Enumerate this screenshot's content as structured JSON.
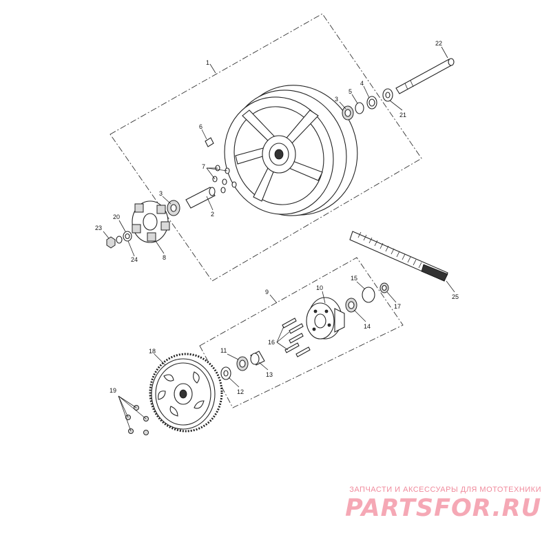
{
  "callouts": {
    "c1": "1",
    "c2": "2",
    "c3a": "3",
    "c3b": "3",
    "c4": "4",
    "c5": "5",
    "c6": "6",
    "c7": "7",
    "c8": "8",
    "c9": "9",
    "c10": "10",
    "c11": "11",
    "c12": "12",
    "c13": "13",
    "c14": "14",
    "c15": "15",
    "c16": "16",
    "c17": "17",
    "c18": "18",
    "c19": "19",
    "c20": "20",
    "c21": "21",
    "c22": "22",
    "c23": "23",
    "c24": "24",
    "c25": "25"
  },
  "watermark": {
    "tagline": "ЗАПЧАСТИ И АКСЕССУАРЫ ДЛЯ МОТОТЕХНИКИ",
    "brand": "PARTSFOR.RU"
  }
}
